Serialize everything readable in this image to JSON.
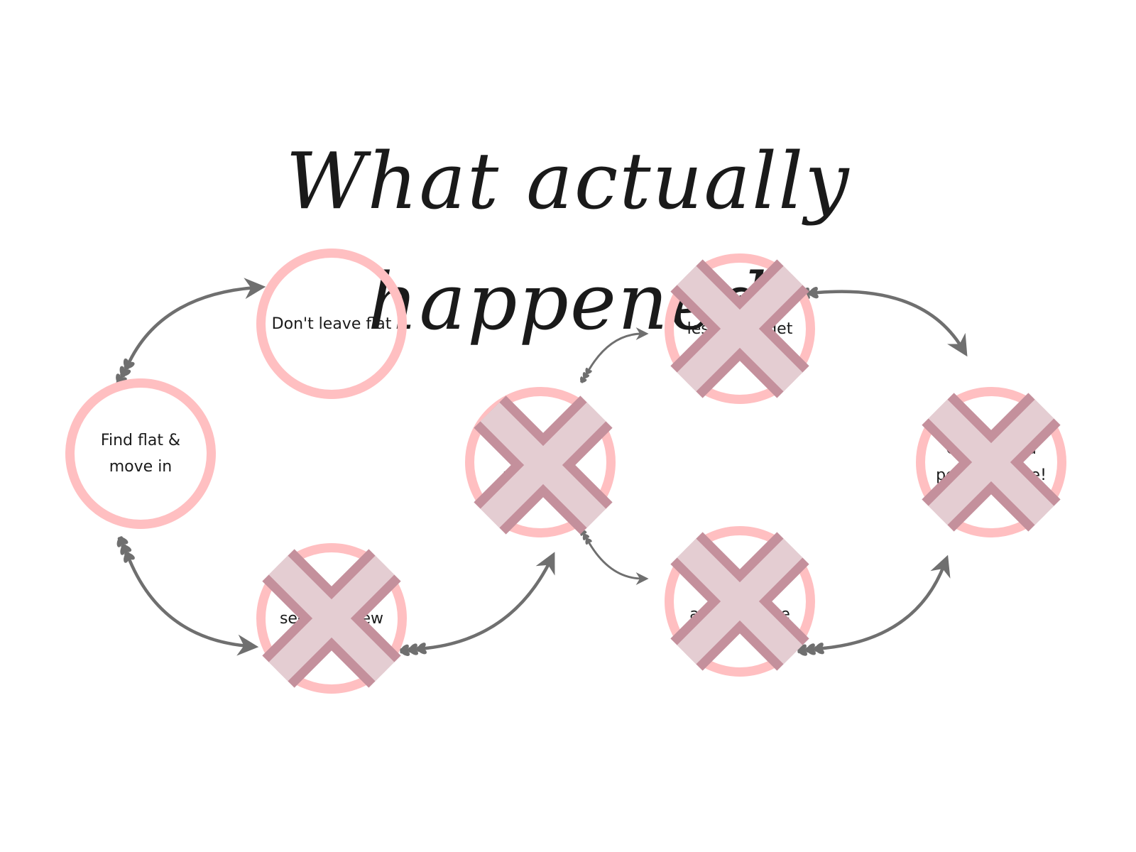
{
  "title": "What actually happened",
  "colors": {
    "ring": "#ffbfc1",
    "cross": "#c4909c",
    "arrow": "#6f6f6f",
    "text": "#1a1a1a",
    "background": "#ffffff"
  },
  "nodes": [
    {
      "id": "find-flat",
      "label": "Find flat & move in",
      "crossed": false
    },
    {
      "id": "dont-leave-flat",
      "label": "Don't leave flat",
      "crossed": false
    },
    {
      "id": "interview",
      "label": "Interview & secure a new role",
      "crossed": true
    },
    {
      "id": "visa",
      "label": "Get visa & residency",
      "crossed": true
    },
    {
      "id": "driving",
      "label": "Take driving lessons & get licence",
      "crossed": true
    },
    {
      "id": "annual-leave",
      "label": "Secure an annual leave",
      "crossed": true
    },
    {
      "id": "celebrate",
      "label": "Celebrate a perfect move!",
      "crossed": true
    }
  ],
  "arrow_icon": "sprig-tail-arrow-icon",
  "cross_icon": "cross-out-x-icon"
}
